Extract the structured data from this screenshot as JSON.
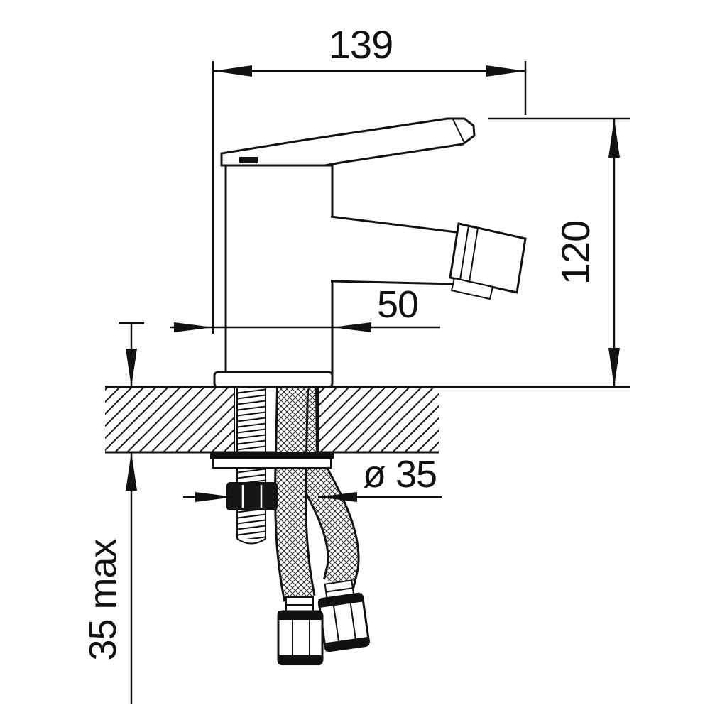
{
  "drawing": {
    "colors": {
      "line": "#111111",
      "background": "#ffffff"
    },
    "dims": {
      "overall_width": "139",
      "overall_height": "120",
      "body_depth": "50",
      "hole_diameter": "ø 35",
      "max_deck_thickness": "35 max"
    }
  }
}
